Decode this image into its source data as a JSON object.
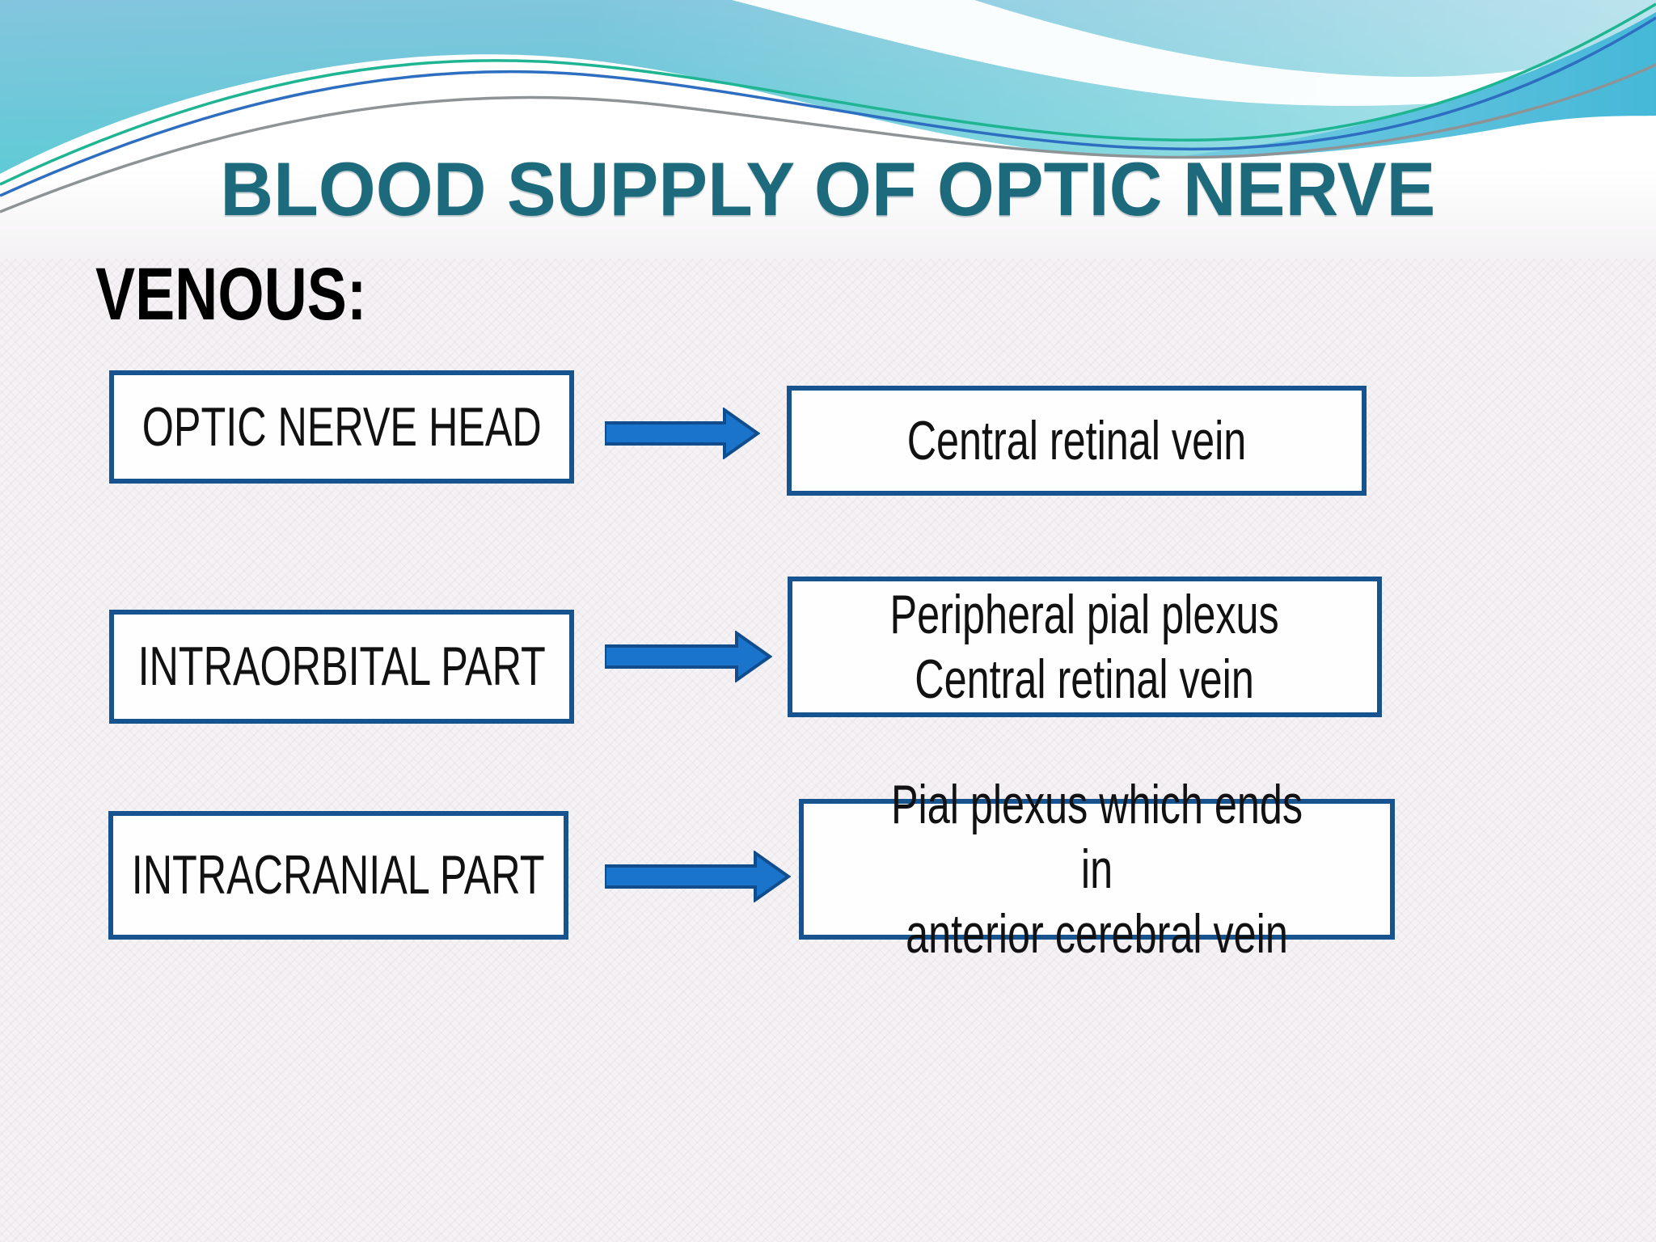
{
  "slide": {
    "title": "BLOOD SUPPLY OF OPTIC NERVE",
    "section_label": "VENOUS:",
    "flow_rows": [
      {
        "source": "OPTIC NERVE HEAD",
        "target": "Central retinal vein"
      },
      {
        "source": "INTRAORBITAL PART",
        "target": "Peripheral pial plexus\nCentral retinal vein"
      },
      {
        "source": "INTRACRANIAL PART",
        "target": "Pial plexus which ends in\nanterior cerebral vein"
      }
    ],
    "icons": {
      "flow_arrow": "right-block-arrow"
    },
    "colors": {
      "title_text": "#1d6a7c",
      "section_text": "#000000",
      "box_border": "#17548f",
      "box_fill": "#fefefe",
      "box_text": "#111111",
      "arrow_fill": "#1b74cc",
      "arrow_outline": "#114d8c",
      "banner_sky": "#84c5de",
      "banner_turquoise": "#45b8d8",
      "accent_line_green": "#1fb593",
      "accent_line_blue": "#2e6ec0",
      "accent_line_gray": "#8e9396",
      "page_background": "#f4f2f4"
    }
  }
}
